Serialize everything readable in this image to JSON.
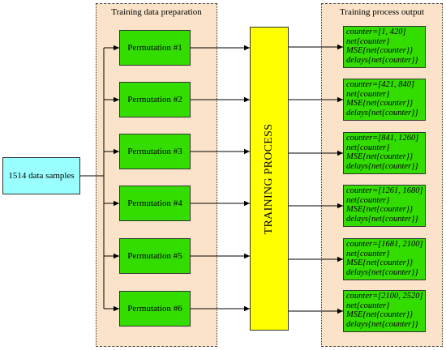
{
  "panels": {
    "preparation_title": "Training data preparation",
    "output_title": "Training process output"
  },
  "source": {
    "label": "1514 data samples"
  },
  "training": {
    "label": "TRAINING PROCESS"
  },
  "permutations": [
    {
      "label": "Permutation #1"
    },
    {
      "label": "Permutation #2"
    },
    {
      "label": "Permutation #3"
    },
    {
      "label": "Permutation #4"
    },
    {
      "label": "Permutation #5"
    },
    {
      "label": "Permutation #6"
    }
  ],
  "outputs": [
    {
      "counter": "counter=[1, 420]",
      "net": "net{counter}",
      "mse": "MSE{net{counter}}",
      "delays": "delays{net{counter}}"
    },
    {
      "counter": "counter=[421, 840]",
      "net": "net{counter}",
      "mse": "MSE{net{counter}}",
      "delays": "delays{net{counter}}"
    },
    {
      "counter": "counter=[841, 1260]",
      "net": "net{counter}",
      "mse": "MSE{net{counter}}",
      "delays": "delays{net{counter}}"
    },
    {
      "counter": "counter=[1261, 1680]",
      "net": "net{counter}",
      "mse": "MSE{net{counter}}",
      "delays": "delays{net{counter}}"
    },
    {
      "counter": "counter=[1681, 2100]",
      "net": "net{counter}",
      "mse": "MSE{net{counter}}",
      "delays": "delays{net{counter}}"
    },
    {
      "counter": "counter=[2100, 2520]",
      "net": "net{counter}",
      "mse": "MSE{net{counter}}",
      "delays": "delays{net{counter}}"
    }
  ],
  "colors": {
    "panel": "#fae3c8",
    "source": "#99ffff",
    "box": "#33dd00",
    "training": "#ffff00"
  }
}
